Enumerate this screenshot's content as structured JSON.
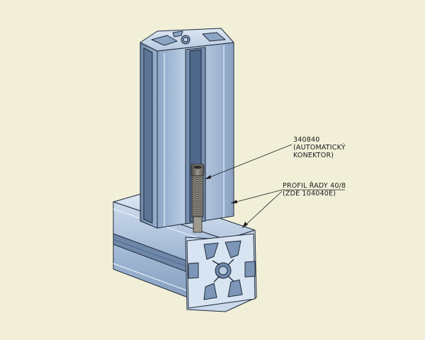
{
  "callouts": {
    "connector": {
      "part_number": "340840",
      "line2": "(AUTOMATICKÝ",
      "line3": "KONEKTOR)"
    },
    "profile": {
      "line1": "PROFIL ŘADY 40/8",
      "line2": "(ZDE 104040E)"
    }
  },
  "colors": {
    "background": "#f2efd9",
    "profile_face": "#a9bfd9",
    "profile_light": "#d6e2f0",
    "profile_dark": "#5f7898",
    "outline": "#1e2a3a",
    "connector": "#6d6a64"
  }
}
